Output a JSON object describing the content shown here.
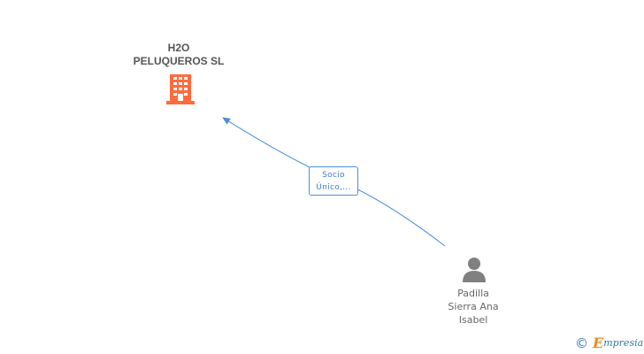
{
  "company": {
    "name_line1": "H2O",
    "name_line2": "PELUQUEROS SL",
    "icon": "building-icon",
    "icon_color": "#ff6b3d"
  },
  "relation": {
    "label_line1": "Socio",
    "label_line2": "Único,...",
    "edge_color": "#4a90d9"
  },
  "person": {
    "name_line1": "Padilla",
    "name_line2": "Sierra Ana",
    "name_line3": "Isabel",
    "icon": "person-icon",
    "icon_color": "#808080"
  },
  "brand": {
    "copyright": "©",
    "initial": "E",
    "rest": "mpresia",
    "colors": {
      "primary": "#2e7aa8",
      "accent": "#f08a1c"
    }
  }
}
